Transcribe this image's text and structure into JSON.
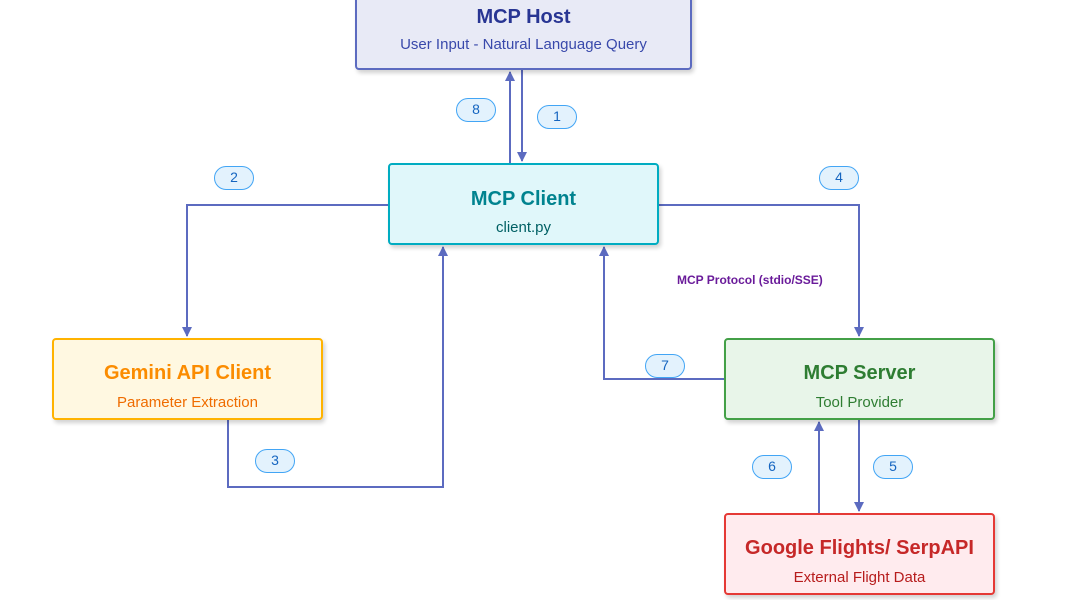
{
  "nodes": {
    "host": {
      "title": "MCP Host",
      "subtitle": "User Input - Natural Language Query"
    },
    "client": {
      "title": "MCP Client",
      "subtitle": "client.py"
    },
    "gemini": {
      "title": "Gemini API Client",
      "subtitle": "Parameter Extraction"
    },
    "server": {
      "title": "MCP Server",
      "subtitle": "Tool Provider"
    },
    "google": {
      "title": "Google Flights/ SerpAPI",
      "subtitle": "External Flight Data"
    }
  },
  "steps": {
    "s1": "1",
    "s2": "2",
    "s3": "3",
    "s4": "4",
    "s5": "5",
    "s6": "6",
    "s7": "7",
    "s8": "8"
  },
  "edge_label": "MCP Protocol (stdio/SSE)",
  "colors": {
    "edge": "#5c6bc0",
    "host": "#5c6bc0",
    "client": "#00acc1",
    "gemini": "#ffb300",
    "server": "#43a047",
    "google": "#e53935",
    "step": "#42a5f5"
  }
}
